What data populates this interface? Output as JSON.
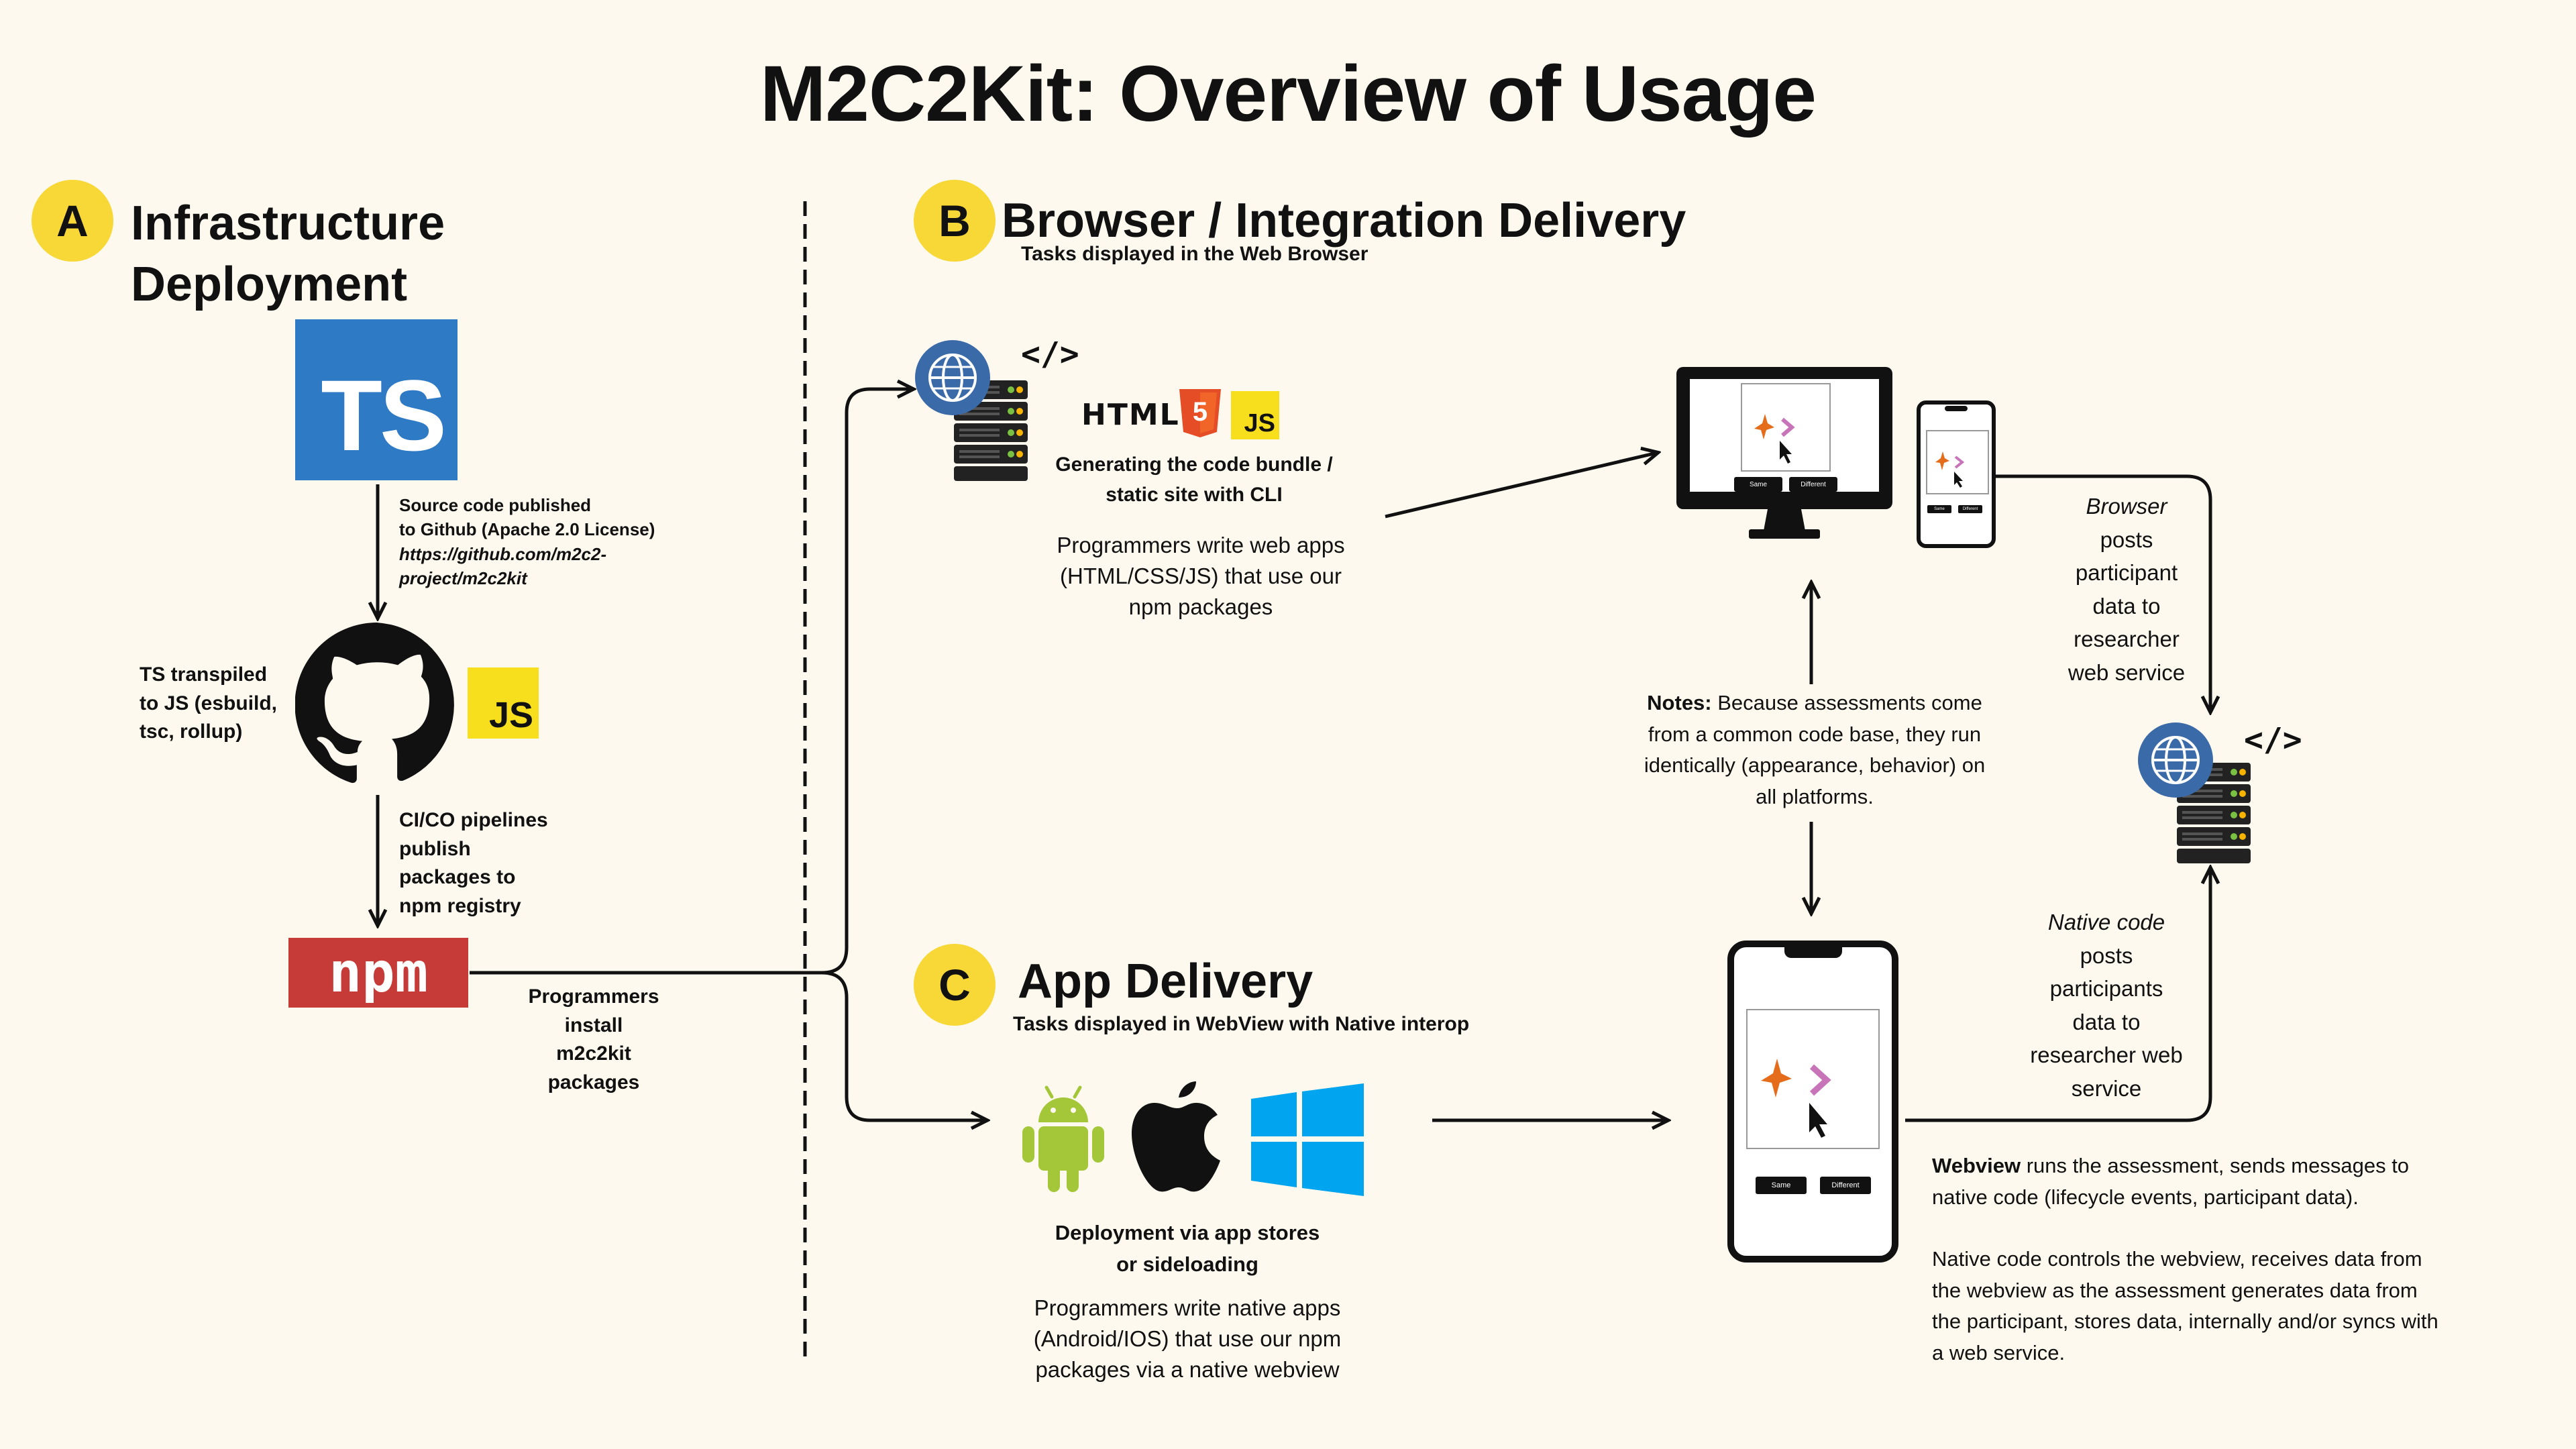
{
  "title": "M2C2Kit: Overview of Usage",
  "sections": {
    "a": {
      "letter": "A",
      "title_line1": "Infrastructure",
      "title_line2": "Deployment"
    },
    "b": {
      "letter": "B",
      "title": "Browser / Integration Delivery",
      "subtitle": "Tasks displayed in the Web Browser"
    },
    "c": {
      "letter": "C",
      "title": "App Delivery",
      "subtitle": "Tasks displayed in WebView with Native interop"
    }
  },
  "pipeline": {
    "ts_logo": "TS",
    "js_logo": "JS",
    "npm_logo": "npm",
    "source_line1": "Source code published",
    "source_line2": "to Github (Apache 2.0 License)",
    "source_link1": "https://github.com/m2c2-",
    "source_link2": "project/m2c2kit",
    "transpile_line1": "TS transpiled",
    "transpile_line2": "to JS (esbuild,",
    "transpile_line3": "tsc, rollup)",
    "ci_line1": "CI/CO pipelines",
    "ci_line2": "publish",
    "ci_line3": "packages to",
    "ci_line4": "npm registry",
    "install_line1": "Programmers",
    "install_line2": "install",
    "install_line3": "m2c2kit",
    "install_line4": "packages"
  },
  "browser": {
    "html_word": "HTML",
    "html_badge": "5",
    "js_logo": "JS",
    "code_icon": "</>",
    "bundle_line1": "Generating the code bundle /",
    "bundle_line2": "static site with CLI",
    "desc_line1": "Programmers write web apps",
    "desc_line2": "(HTML/CSS/JS) that use our",
    "desc_line3": "npm packages",
    "posts_italic": "Browser",
    "posts_line1": "posts",
    "posts_line2": "participant",
    "posts_line3": "data to",
    "posts_line4": "researcher",
    "posts_line5": "web service"
  },
  "devices": {
    "same_button": "Same",
    "different_button": "Different"
  },
  "notes": {
    "label": "Notes:",
    "line1": "Because assessments come",
    "line2": "from a common code base, they run",
    "line3": "identically (appearance, behavior) on",
    "line4": "all platforms."
  },
  "app": {
    "deploy_line1": "Deployment via app stores",
    "deploy_line2": "or sideloading",
    "desc_line1": "Programmers write native apps",
    "desc_line2": "(Android/IOS) that use our npm",
    "desc_line3": "packages via a native webview",
    "native_italic": "Native code",
    "native_line1": "posts",
    "native_line2": "participants",
    "native_line3": "data to",
    "native_line4": "researcher web",
    "native_line5": "service"
  },
  "webview": {
    "bold": "Webview",
    "p1_rest": " runs the assessment, sends messages to",
    "p1_line2": "native code (lifecycle events, participant data).",
    "p2_line1": "Native code controls the webview, receives data from",
    "p2_line2": "the webview as the assessment generates data from",
    "p2_line3": "the participant, stores data, internally and/or syncs with",
    "p2_line4": "a web service."
  },
  "server_code_icon": "</>",
  "colors": {
    "background": "#fdf9ee",
    "badge": "#f7d836",
    "ts_blue": "#2f7ac5",
    "js_yellow": "#f7df1e",
    "npm_red": "#c63b37",
    "html_orange": "#e44d26",
    "android_green": "#a4c639",
    "windows_blue": "#00a4ef",
    "globe_blue": "#3b6aa8",
    "star_orange": "#e46c1b",
    "chevron_pink": "#c774b8"
  }
}
